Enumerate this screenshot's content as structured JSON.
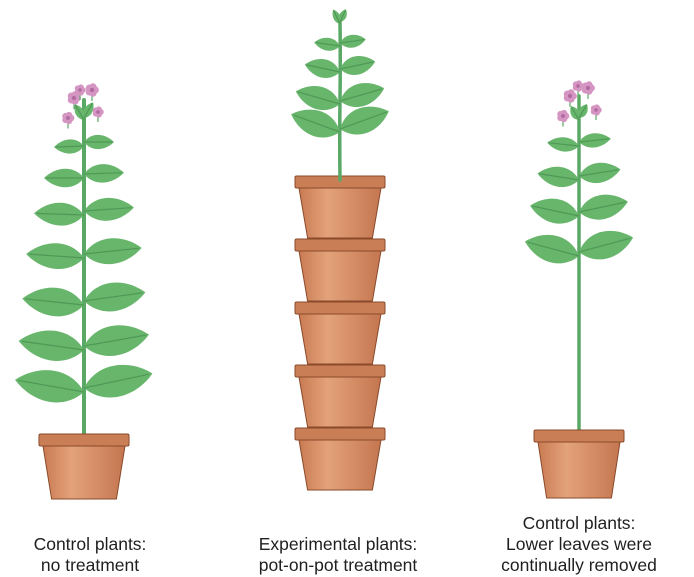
{
  "colors": {
    "leaf": "#68b56c",
    "leaf_vein": "#4f9956",
    "stem": "#5aa865",
    "pot": "#d68e63",
    "pot_rim": "#c97e55",
    "pot_outline": "#8a4a2a",
    "flower": "#d595c2",
    "flower_dark": "#b06a9e"
  },
  "panels": [
    {
      "caption_lines": [
        "Control plants:",
        "no treatment"
      ],
      "pots_stacked": 1,
      "has_flowers": true,
      "leaf_pairs": 7
    },
    {
      "caption_lines": [
        "Experimental plants:",
        "pot-on-pot treatment"
      ],
      "pots_stacked": 5,
      "has_flowers": false,
      "leaf_pairs": 4
    },
    {
      "caption_lines": [
        "Control plants:",
        "Lower leaves were",
        "continually removed"
      ],
      "pots_stacked": 1,
      "has_flowers": true,
      "leaf_pairs": 4
    }
  ]
}
